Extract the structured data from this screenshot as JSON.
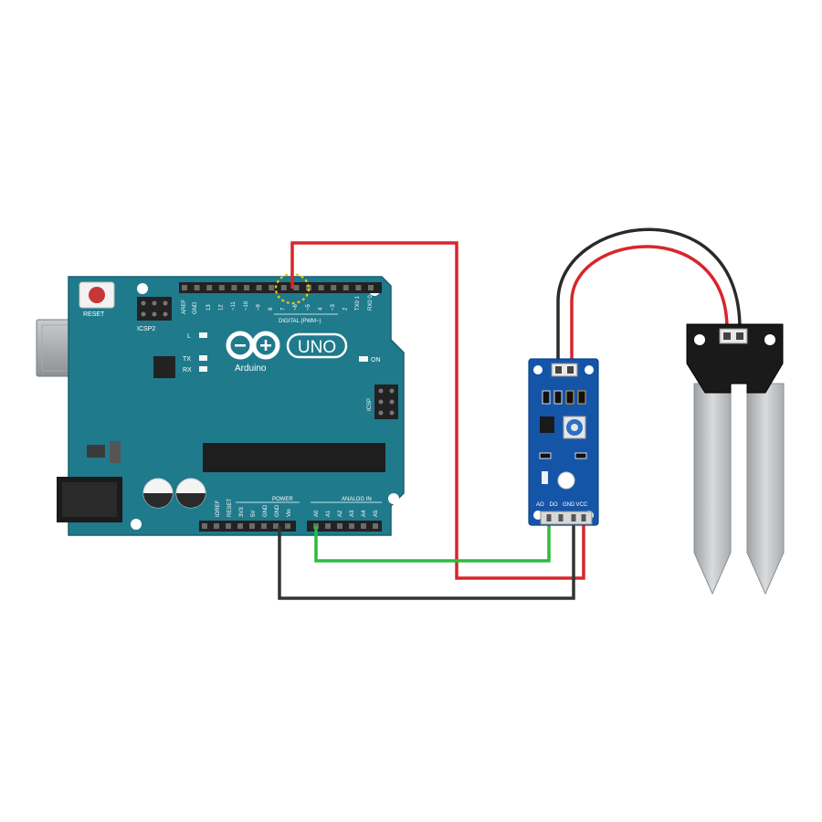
{
  "board": {
    "reset_label": "RESET",
    "icsp2_label": "ICSP2",
    "aref_label": "AREF",
    "gnd_label": "GND",
    "digital_pins": [
      "13",
      "12",
      "~11",
      "~10",
      "~9",
      "8",
      "7",
      "~6",
      "~5",
      "4",
      "~3",
      "2",
      "TX0 1",
      "RX0 0"
    ],
    "digital_label": "DIGITAL (PWM~)",
    "led_l_label": "L",
    "led_tx_label": "TX",
    "led_rx_label": "RX",
    "brand_label": "Arduino",
    "model_label": "UNO",
    "on_label": "ON",
    "icsp_label": "ICSP",
    "power_label": "POWER",
    "power_pins": [
      "IOREF",
      "RESET",
      "3V3",
      "5V",
      "GND",
      "GND",
      "Vin"
    ],
    "analog_label": "ANALOG IN",
    "analog_pins": [
      "A0",
      "A1",
      "A2",
      "A3",
      "A4",
      "A5"
    ]
  },
  "module": {
    "pin_labels": [
      "AO",
      "DO",
      "GND",
      "VCC"
    ]
  },
  "colors": {
    "board": "#1f7a8c",
    "module": "#1555a8",
    "wire_red": "#d7262b",
    "wire_black": "#333333",
    "wire_green": "#2dbb3c",
    "highlight": "#f0c419",
    "probe_head": "#1a1a1a",
    "probe_prong": "#c4c6c8"
  }
}
